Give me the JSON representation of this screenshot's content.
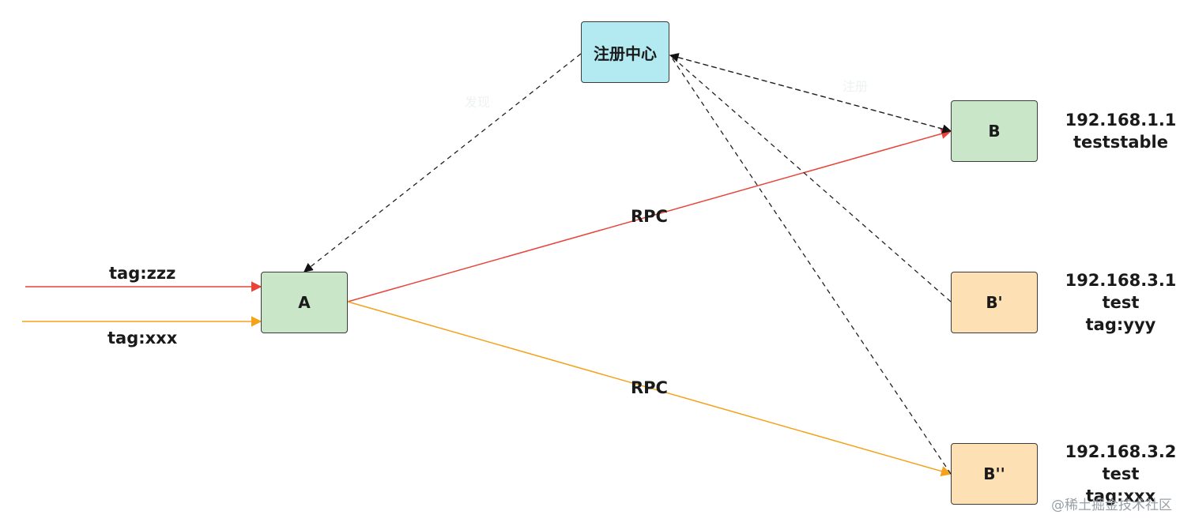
{
  "nodes": {
    "registry": "注册中心",
    "a": "A",
    "b": "B",
    "b_prime": "B'",
    "b_double_prime": "B''"
  },
  "labels": {
    "tag_zzz": "tag:zzz",
    "tag_xxx": "tag:xxx",
    "rpc_top": "RPC",
    "rpc_bottom": "RPC",
    "faint_left": "发现",
    "faint_right": "注册"
  },
  "hosts": {
    "b": [
      "192.168.1.1",
      "teststable"
    ],
    "b_prime": [
      "192.168.3.1",
      "test",
      "tag:yyy"
    ],
    "b_double_prime": [
      "192.168.3.2",
      "test",
      "tag:xxx"
    ]
  },
  "watermark": "@稀土掘金技术社区",
  "colors": {
    "red": "#e8443a",
    "orange": "#f5a21b",
    "dashed": "#222222",
    "green_fill": "#c9e6c9",
    "cyan_fill": "#b3eaf1",
    "orange_fill": "#fde0b3"
  }
}
